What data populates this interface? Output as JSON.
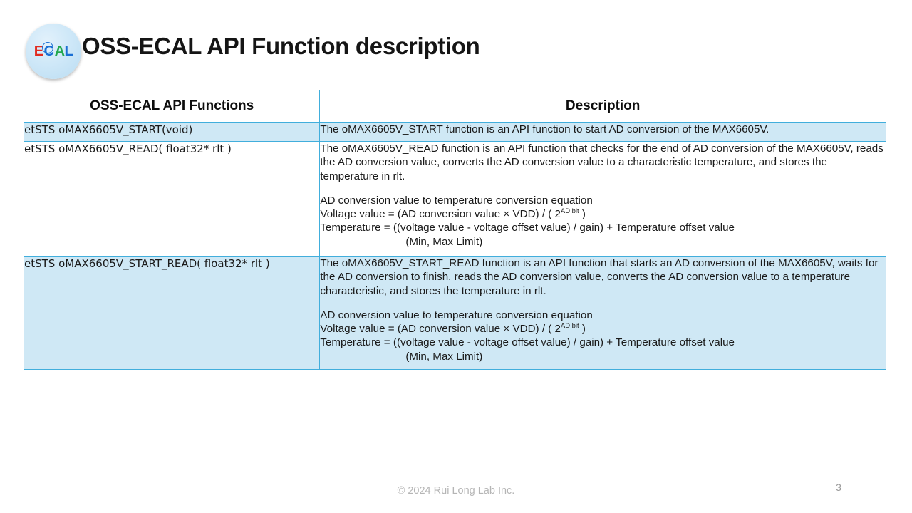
{
  "slide": {
    "title": "OSS-ECAL API Function description",
    "logo": {
      "name": "ecal-logo",
      "letters": [
        {
          "char": "E",
          "color": "#e02b20"
        },
        {
          "char": "C",
          "color": "#1a6fd4"
        },
        {
          "char": "A",
          "color": "#22a84e"
        },
        {
          "char": "L",
          "color": "#1a6fd4"
        }
      ],
      "background": "#cfe8f8"
    },
    "page_number": "3",
    "copyright": "© 2024 Rui Long Lab Inc."
  },
  "table": {
    "accent_border_color": "#41AEDC",
    "alt_row_fill": "#CFE8F5",
    "headers": {
      "functions": "OSS-ECAL API Functions",
      "description": "Description"
    },
    "rows": [
      {
        "function": "etSTS oMAX6605V_START(void)",
        "shaded": true,
        "description": {
          "intro": "The oMAX6605V_START function is an API function to start AD conversion of the MAX6605V.",
          "equation_heading": "",
          "equations": []
        }
      },
      {
        "function": "etSTS oMAX6605V_READ( float32* rlt )",
        "shaded": false,
        "description": {
          "intro": "The oMAX6605V_READ function is an API function that checks for the end of AD conversion of the MAX6605V, reads the AD conversion value, converts the AD conversion value to a characteristic temperature, and stores the temperature in rlt.",
          "equation_heading": "AD conversion value to temperature conversion equation",
          "equations": [
            {
              "prefix": "Voltage value = (AD conversion value × VDD) / ( 2",
              "sup": "AD bit",
              "suffix": " )"
            },
            {
              "prefix": "Temperature = ((voltage value - voltage offset value) / gain) + Temperature offset value",
              "sup": "",
              "suffix": ""
            }
          ],
          "equation_note": "(Min, Max Limit)"
        }
      },
      {
        "function": "etSTS oMAX6605V_START_READ( float32* rlt )",
        "shaded": true,
        "description": {
          "intro": "The oMAX6605V_START_READ function is an API function that starts an AD conversion of the MAX6605V, waits for the AD conversion to finish, reads the AD conversion value, converts the AD conversion value to a temperature characteristic, and stores the temperature in rlt.",
          "equation_heading": "AD conversion value to temperature conversion equation",
          "equations": [
            {
              "prefix": "Voltage value = (AD conversion value × VDD) / ( 2",
              "sup": "AD bit",
              "suffix": " )"
            },
            {
              "prefix": "Temperature = ((voltage value - voltage offset value) / gain) + Temperature offset value",
              "sup": "",
              "suffix": ""
            }
          ],
          "equation_note": "(Min, Max Limit)"
        }
      }
    ]
  }
}
